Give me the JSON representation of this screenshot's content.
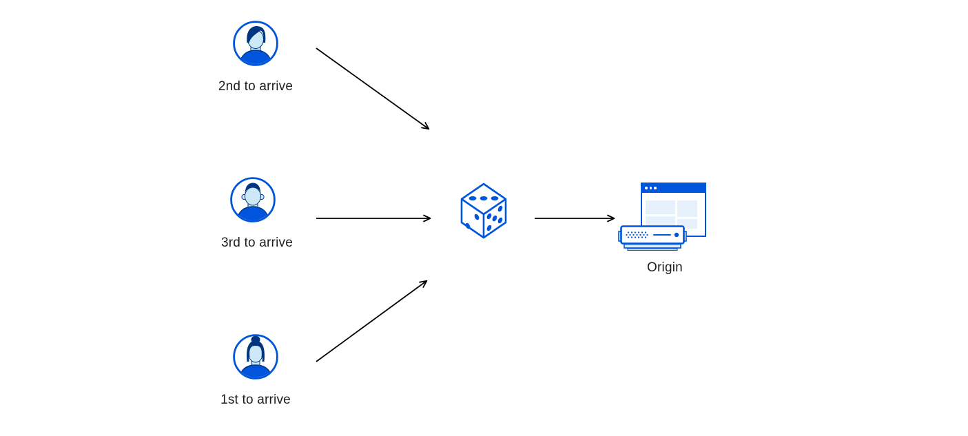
{
  "colors": {
    "primary_blue": "#0055dc",
    "navy": "#003681",
    "skin_blue": "#cde8f7",
    "panel_blue": "#e7f1fb",
    "base_blue": "#dbeafc",
    "arrow_black": "#000000",
    "text_color": "#1d1d1d"
  },
  "nodes": {
    "user_top": {
      "label": "2nd to arrive",
      "icon": "man-swept-hair-avatar-icon"
    },
    "user_middle": {
      "label": "3rd to arrive",
      "icon": "man-short-hair-avatar-icon"
    },
    "user_bottom": {
      "label": "1st to arrive",
      "icon": "woman-bun-hair-avatar-icon"
    },
    "dice": {
      "label": "",
      "icon": "dice-icon"
    },
    "origin": {
      "label": "Origin",
      "icon": "origin-server-icon"
    }
  },
  "edges": [
    {
      "from": "user_top",
      "to": "dice"
    },
    {
      "from": "user_middle",
      "to": "dice"
    },
    {
      "from": "user_bottom",
      "to": "dice"
    },
    {
      "from": "dice",
      "to": "origin"
    }
  ]
}
